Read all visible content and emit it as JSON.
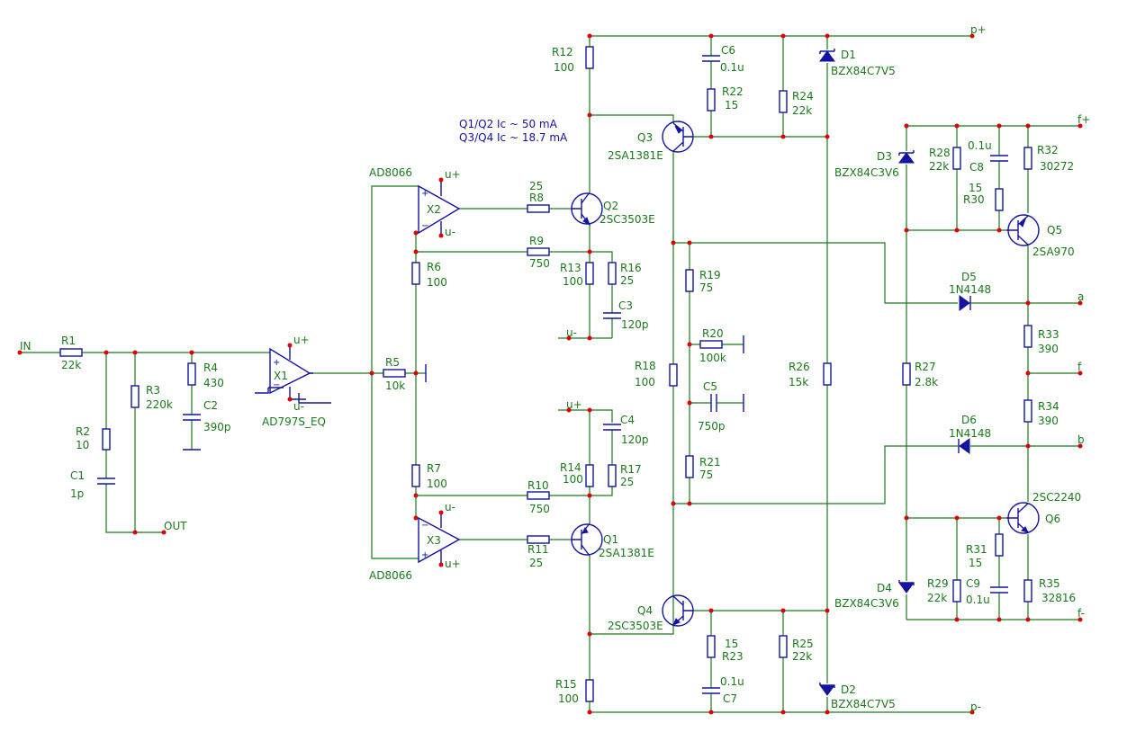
{
  "nets": {
    "in": "IN",
    "out": "OUT",
    "vpos": "p+",
    "vneg": "p-",
    "fpos": "f+",
    "fneg": "f-",
    "f": "f",
    "a": "a",
    "b": "b",
    "upos": "u+",
    "uneg": "u-"
  },
  "notes": {
    "line1": "Q1/Q2 Ic ~ 50 mA",
    "line2": "Q3/Q4 Ic ~ 18.7 mA"
  },
  "parts": {
    "R1": {
      "ref": "R1",
      "val": "22k"
    },
    "R2": {
      "ref": "R2",
      "val": "10"
    },
    "R3": {
      "ref": "R3",
      "val": "220k"
    },
    "R4": {
      "ref": "R4",
      "val": "430"
    },
    "R5": {
      "ref": "R5",
      "val": "10k"
    },
    "R6": {
      "ref": "R6",
      "val": "100"
    },
    "R7": {
      "ref": "R7",
      "val": "100"
    },
    "R8": {
      "ref": "R8",
      "val": "25"
    },
    "R9": {
      "ref": "R9",
      "val": "750"
    },
    "R10": {
      "ref": "R10",
      "val": "750"
    },
    "R11": {
      "ref": "R11",
      "val": "25"
    },
    "R12": {
      "ref": "R12",
      "val": "100"
    },
    "R13": {
      "ref": "R13",
      "val": "100"
    },
    "R14": {
      "ref": "R14",
      "val": "100"
    },
    "R15": {
      "ref": "R15",
      "val": "100"
    },
    "R16": {
      "ref": "R16",
      "val": "25"
    },
    "R17": {
      "ref": "R17",
      "val": "25"
    },
    "R18": {
      "ref": "R18",
      "val": "100"
    },
    "R19": {
      "ref": "R19",
      "val": "75"
    },
    "R20": {
      "ref": "R20",
      "val": "100k"
    },
    "R21": {
      "ref": "R21",
      "val": "75"
    },
    "R22": {
      "ref": "R22",
      "val": "15"
    },
    "R23": {
      "ref": "R23",
      "val": "15"
    },
    "R24": {
      "ref": "R24",
      "val": "22k"
    },
    "R25": {
      "ref": "R25",
      "val": "22k"
    },
    "R26": {
      "ref": "R26",
      "val": "15k"
    },
    "R27": {
      "ref": "R27",
      "val": "2.8k"
    },
    "R28": {
      "ref": "R28",
      "val": "22k"
    },
    "R29": {
      "ref": "R29",
      "val": "22k"
    },
    "R30": {
      "ref": "R30",
      "val": "15"
    },
    "R31": {
      "ref": "R31",
      "val": "15"
    },
    "R32": {
      "ref": "R32",
      "val": "30272"
    },
    "R33": {
      "ref": "R33",
      "val": "390"
    },
    "R34": {
      "ref": "R34",
      "val": "390"
    },
    "R35": {
      "ref": "R35",
      "val": "32816"
    },
    "C1": {
      "ref": "C1",
      "val": "1p"
    },
    "C2": {
      "ref": "C2",
      "val": "390p"
    },
    "C3": {
      "ref": "C3",
      "val": "120p"
    },
    "C4": {
      "ref": "C4",
      "val": "120p"
    },
    "C5": {
      "ref": "C5",
      "val": "750p"
    },
    "C6": {
      "ref": "C6",
      "val": "0.1u"
    },
    "C7": {
      "ref": "C7",
      "val": "0.1u"
    },
    "C8": {
      "ref": "C8",
      "val": "0.1u"
    },
    "C9": {
      "ref": "C9",
      "val": "0.1u"
    },
    "D1": {
      "ref": "D1",
      "val": "BZX84C7V5"
    },
    "D2": {
      "ref": "D2",
      "val": "BZX84C7V5"
    },
    "D3": {
      "ref": "D3",
      "val": "BZX84C3V6"
    },
    "D4": {
      "ref": "D4",
      "val": "BZX84C3V6"
    },
    "D5": {
      "ref": "D5",
      "val": "1N4148"
    },
    "D6": {
      "ref": "D6",
      "val": "1N4148"
    },
    "Q1": {
      "ref": "Q1",
      "val": "2SA1381E"
    },
    "Q2": {
      "ref": "Q2",
      "val": "2SC3503E"
    },
    "Q3": {
      "ref": "Q3",
      "val": "2SA1381E"
    },
    "Q4": {
      "ref": "Q4",
      "val": "2SC3503E"
    },
    "Q5": {
      "ref": "Q5",
      "val": "2SA970"
    },
    "Q6": {
      "ref": "Q6",
      "val": "2SC2240"
    },
    "X1": {
      "ref": "X1",
      "val": "AD797S_EQ"
    },
    "X2": {
      "ref": "X2",
      "val": "AD8066"
    },
    "X3": {
      "ref": "X3",
      "val": "AD8066"
    }
  }
}
